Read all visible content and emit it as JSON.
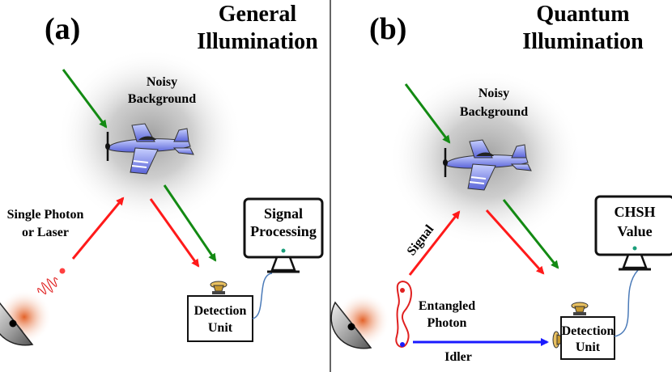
{
  "divider_color": "#333333",
  "arrow_colors": {
    "red": "#ff1a1a",
    "green": "#138a13",
    "blue": "#1a1aff"
  },
  "panel_a": {
    "label": "(a)",
    "title_line1": "General",
    "title_line2": "Illumination",
    "noise_line1": "Noisy",
    "noise_line2": "Background",
    "source_line1": "Single Photon",
    "source_line2": "or Laser",
    "monitor_line1": "Signal",
    "monitor_line2": "Processing",
    "detector_line1": "Detection",
    "detector_line2": "Unit"
  },
  "panel_b": {
    "label": "(b)",
    "title_line1": "Quantum",
    "title_line2": "Illumination",
    "noise_line1": "Noisy",
    "noise_line2": "Background",
    "signal_label": "Signal",
    "entangled_line1": "Entangled",
    "entangled_line2": "Photon",
    "idler_label": "Idler",
    "monitor_line1": "CHSH",
    "monitor_line2": "Value",
    "detector_line1": "Detection",
    "detector_line2": "Unit"
  }
}
